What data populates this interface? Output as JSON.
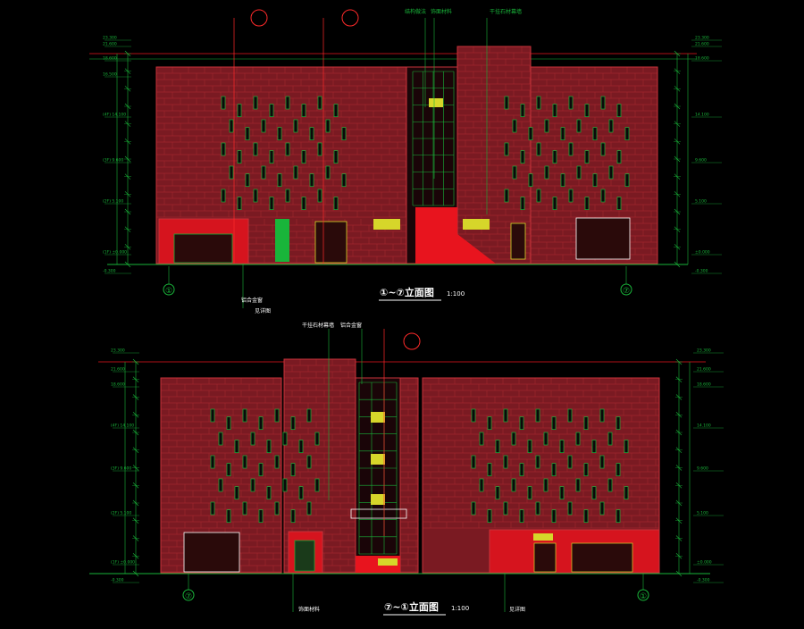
{
  "colors": {
    "background": "#000000",
    "brick_fill": "#7a1a22",
    "brick_line": "#c8323a",
    "bright_red": "#e8141e",
    "grid_line": "#4a0a0e",
    "dim_green": "#19b53a",
    "window_yellow": "#d6d62a",
    "leader_red": "#ff2a2a",
    "title_white": "#ffffff"
  },
  "elevation_top": {
    "title": "①~⑦立面图",
    "scale": "1:100",
    "left_axis_label": "①",
    "right_axis_label": "⑦",
    "left_levels": [
      "23.300",
      "21.600",
      "18.600",
      "16.500",
      "(4F) 14.100",
      "(3F) 9.600",
      "(2F) 5.100",
      "(1F) ±0.000",
      "-0.300"
    ],
    "right_levels": [
      "23.300",
      "21.600",
      "18.600",
      "14.100",
      "9.600",
      "5.100",
      "±0.000",
      "-0.300"
    ],
    "callouts": [
      "结构做法",
      "饰面材料",
      "干挂石材幕墙",
      "铝合金窗",
      "见详图"
    ]
  },
  "elevation_bottom": {
    "title": "⑦~①立面图",
    "scale": "1:100",
    "left_axis_label": "⑦",
    "right_axis_label": "①",
    "left_levels": [
      "23.300",
      "21.600",
      "18.600",
      "(4F) 14.100",
      "(3F) 9.600",
      "(2F) 5.100",
      "(1F) ±0.000",
      "-0.300"
    ],
    "right_levels": [
      "23.300",
      "21.600",
      "18.600",
      "14.100",
      "9.600",
      "5.100",
      "±0.000",
      "-0.300"
    ],
    "callouts": [
      "干挂石材幕墙",
      "铝合金窗",
      "饰面材料",
      "见详图"
    ]
  }
}
